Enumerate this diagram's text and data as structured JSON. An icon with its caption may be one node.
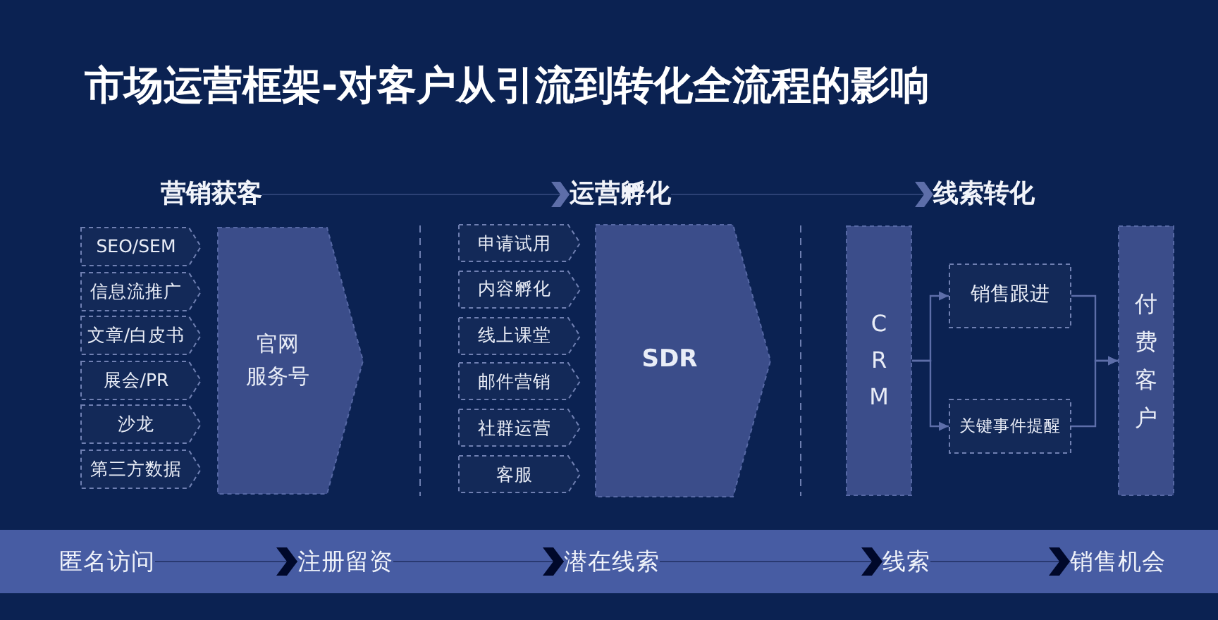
{
  "diagram": {
    "title": "市场运营框架-对客户从引流到转化全流程的影响",
    "nodes": [
      {
        "text": [
          "营销获客"
        ]
      },
      {
        "text": [
          "SEO/SEM"
        ]
      },
      {
        "text": [
          "信息流推广"
        ]
      },
      {
        "text": [
          "文章/白皮书"
        ]
      },
      {
        "text": [
          "展会/PR"
        ]
      },
      {
        "text": [
          "沙龙"
        ]
      },
      {
        "text": [
          "第三方数据"
        ]
      },
      {
        "text": [
          "官网",
          "服务号"
        ]
      },
      {
        "text": [
          "运营孵化"
        ]
      },
      {
        "text": [
          "申请试用"
        ]
      },
      {
        "text": [
          "内容孵化"
        ]
      },
      {
        "text": [
          "线上课堂"
        ]
      },
      {
        "text": [
          "邮件营销"
        ]
      },
      {
        "text": [
          "社群运营"
        ]
      },
      {
        "text": [
          "客服"
        ]
      },
      {
        "text": [
          "SDR"
        ]
      },
      {
        "text": [
          "线索转化"
        ]
      },
      {
        "text": [
          "CRM"
        ]
      },
      {
        "text": [
          "销售跟进"
        ]
      },
      {
        "text": [
          "关键事件提醒"
        ]
      },
      {
        "text": [
          "付费客户"
        ]
      },
      {
        "text": [],
        "shape": "bar"
      },
      {
        "text": [
          "匿名访问"
        ],
        "in": 21
      },
      {
        "text": [
          "注册留资"
        ],
        "in": 21
      },
      {
        "text": [
          "潜在线索"
        ],
        "in": 21
      },
      {
        "text": [
          "线索"
        ],
        "in": 21
      },
      {
        "text": [
          "销售机会"
        ],
        "in": 21
      }
    ],
    "edges": [
      {
        "from": 0,
        "to": 8,
        "arrow": "to"
      },
      {
        "from": 8,
        "to": 16,
        "arrow": "to"
      },
      {
        "from": 17,
        "to": 18,
        "arrow": "to"
      },
      {
        "from": 17,
        "to": 19,
        "arrow": "to"
      },
      {
        "from": 18,
        "to": 20,
        "arrow": "to"
      },
      {
        "from": 19,
        "to": 20,
        "arrow": "to"
      },
      {
        "from": 22,
        "to": 23,
        "arrow": "to",
        "color": "#00082a"
      },
      {
        "from": 23,
        "to": 24,
        "arrow": "to",
        "color": "#00082a"
      },
      {
        "from": 24,
        "to": 25,
        "arrow": "to",
        "color": "#00082a"
      },
      {
        "from": 25,
        "to": 26,
        "arrow": "to",
        "color": "#00082a"
      }
    ]
  }
}
